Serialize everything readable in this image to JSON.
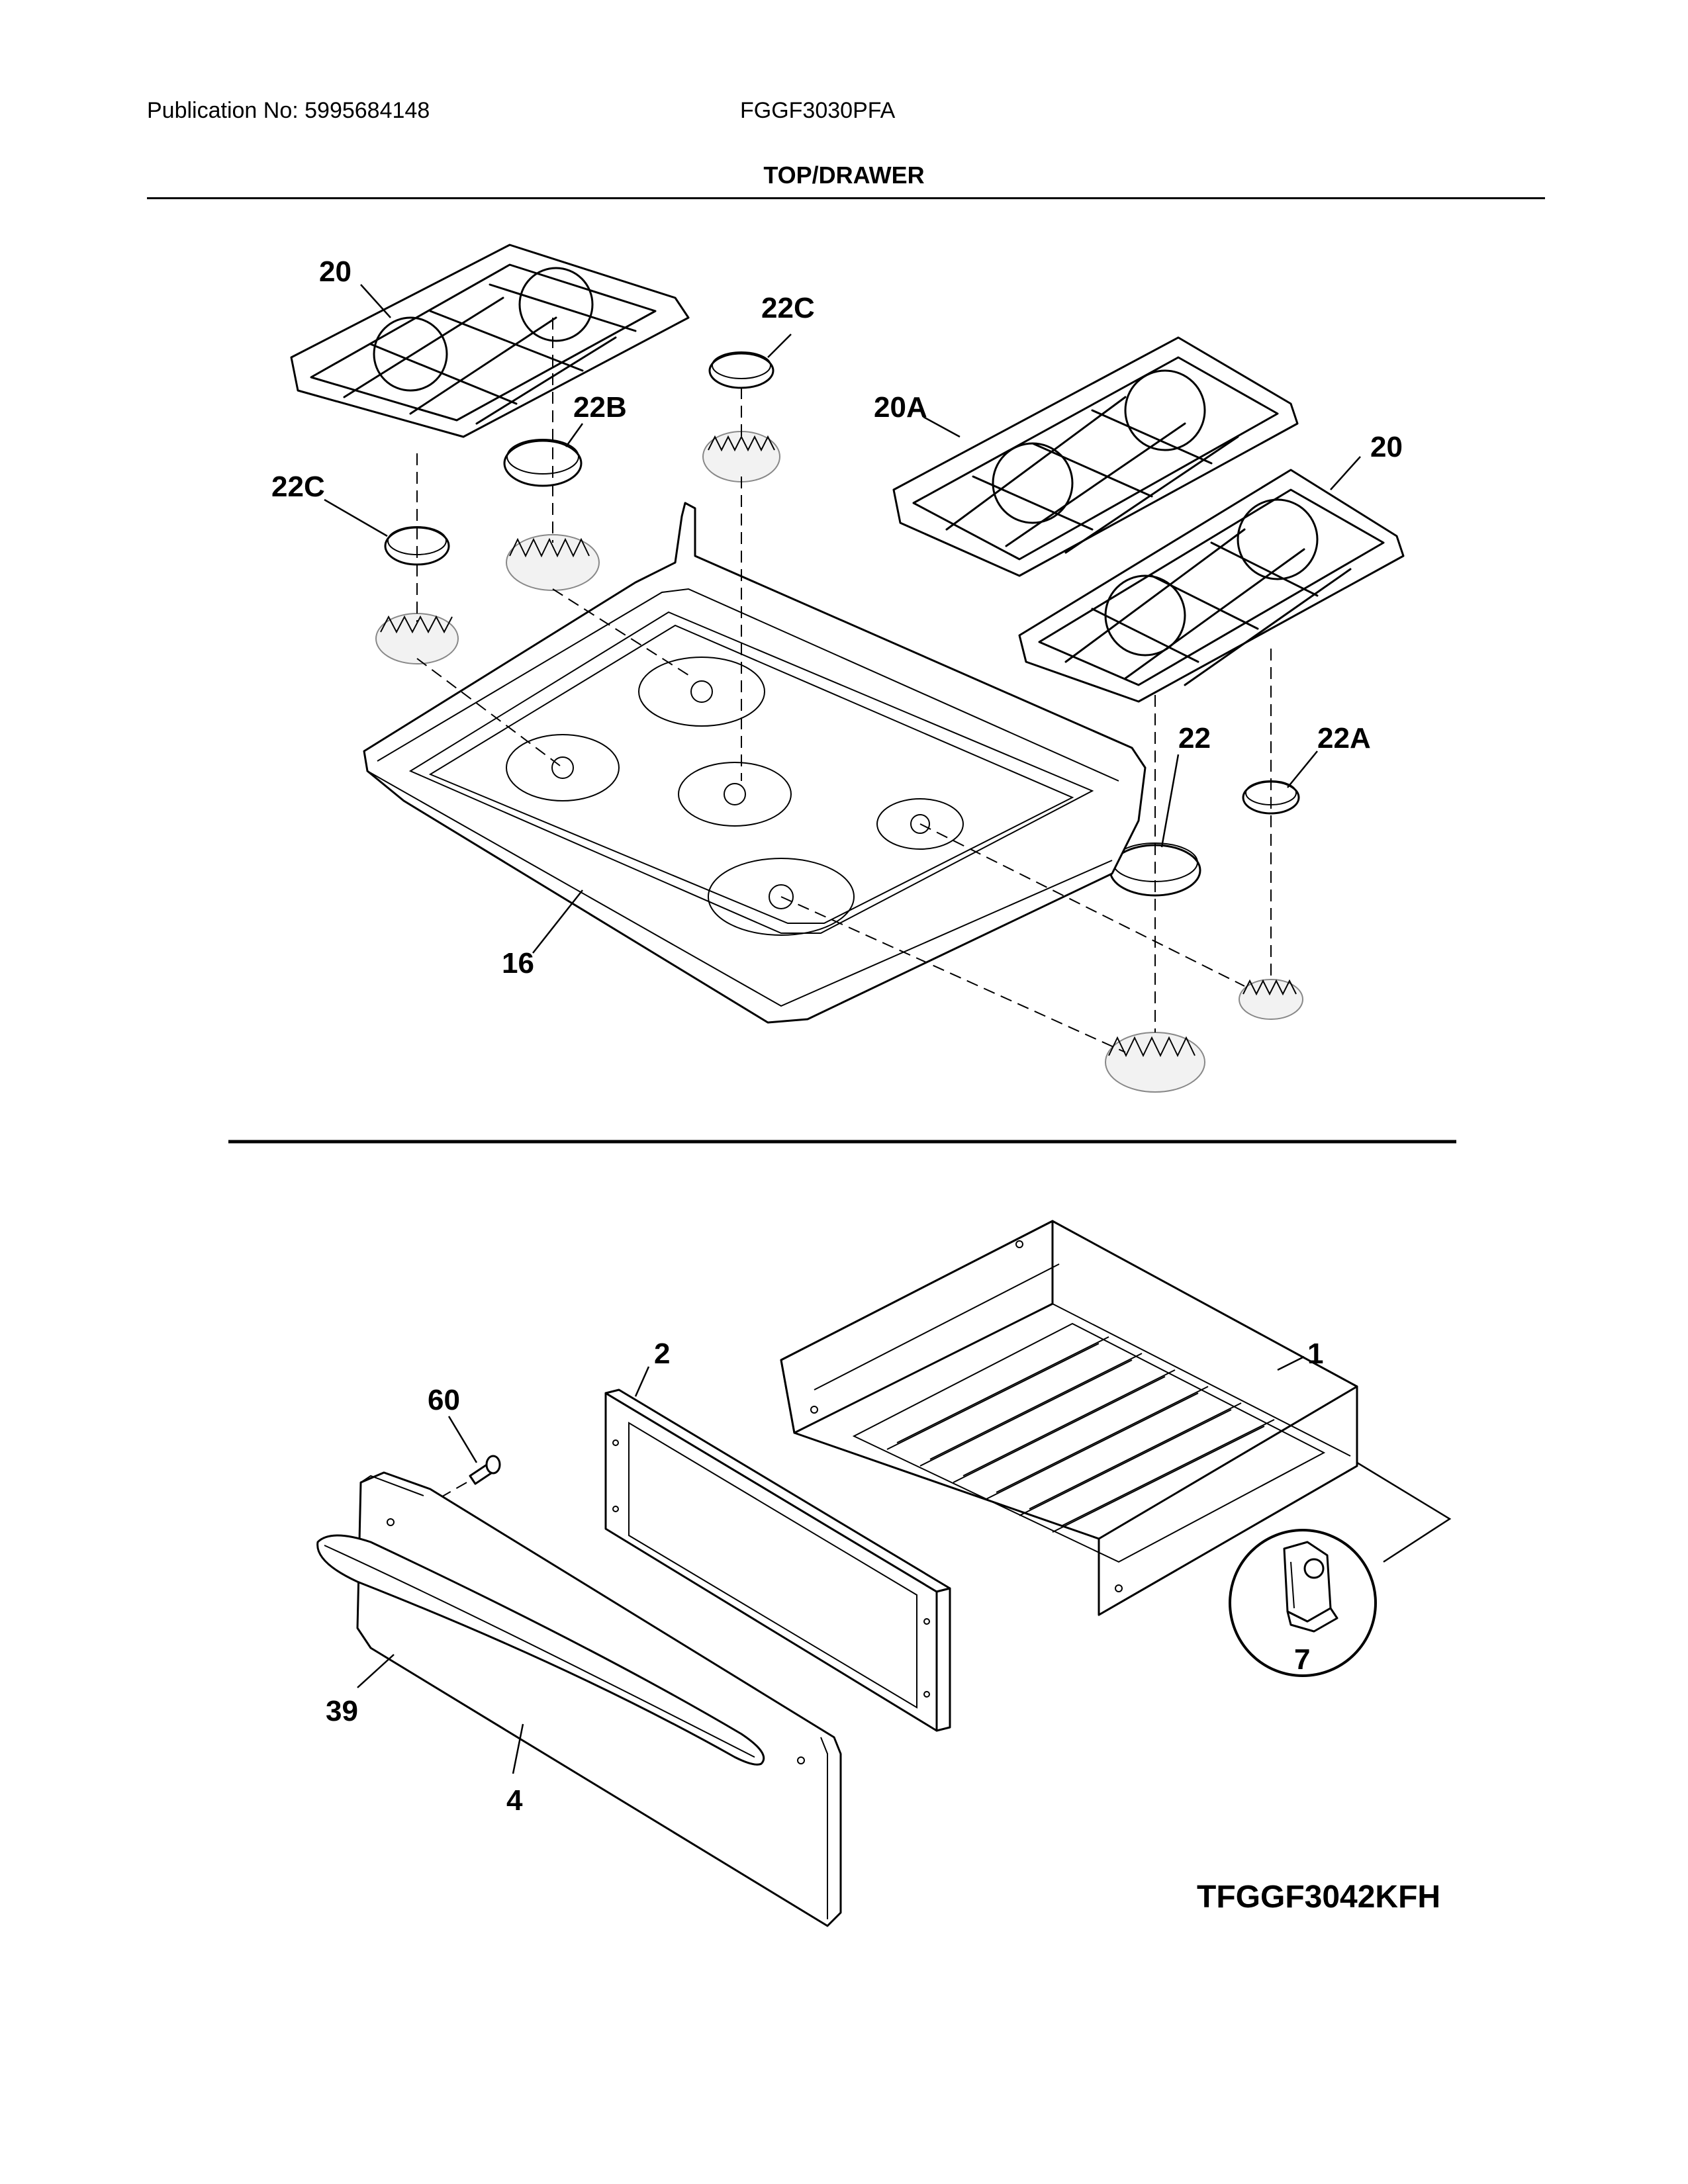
{
  "header": {
    "publication": "Publication No: 5995684148",
    "model": "FGGF3030PFA",
    "section_title": "TOP/DRAWER"
  },
  "callouts": {
    "grate_left": "20",
    "grate_right": "20",
    "grate_center": "20A",
    "cap_22b": "22B",
    "cap_22c_left": "22C",
    "cap_22c_top": "22C",
    "cap_22": "22",
    "cap_22a": "22A",
    "cooktop": "16",
    "drawer_body": "1",
    "drawer_panel": "2",
    "screw": "60",
    "drawer_front": "4",
    "handle": "39",
    "roller": "7"
  },
  "diagram_ref": "TFGGF3042KFH"
}
